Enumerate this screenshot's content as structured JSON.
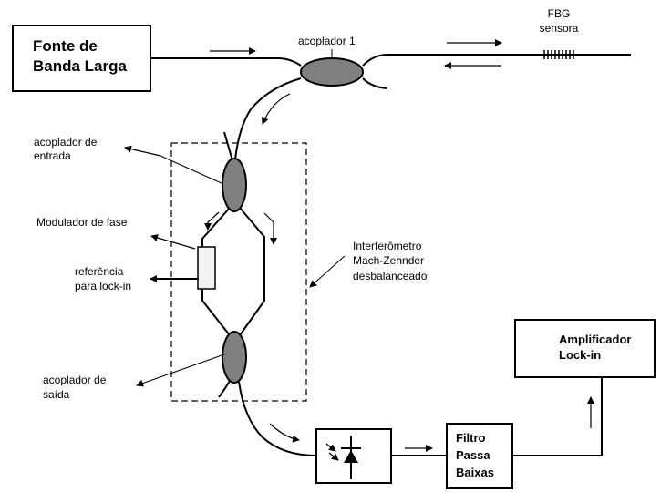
{
  "boxes": {
    "source_line1": "Fonte de",
    "source_line2": "Banda Larga",
    "amplifier_line1": "Amplificador",
    "amplifier_line2": "Lock-in",
    "filter_line1": "Filtro",
    "filter_line2": "Passa",
    "filter_line3": "Baixas"
  },
  "labels": {
    "coupler1": "acoplador 1",
    "fbg_line1": "FBG",
    "fbg_line2": "sensora",
    "input_coupler_line1": "acoplador de",
    "input_coupler_line2": "entrada",
    "phase_modulator": "Modulador de fase",
    "reference_line1": "referência",
    "reference_line2": "para lock-in",
    "interferometer_line1": "Interferômetro",
    "interferometer_line2": "Mach-Zehnder",
    "interferometer_line3": "desbalanceado",
    "output_coupler_line1": "acoplador de",
    "output_coupler_line2": "saída"
  },
  "colors": {
    "line": "#000000",
    "coupler_fill": "#808080",
    "modulator_fill": "#f2f2f2"
  }
}
